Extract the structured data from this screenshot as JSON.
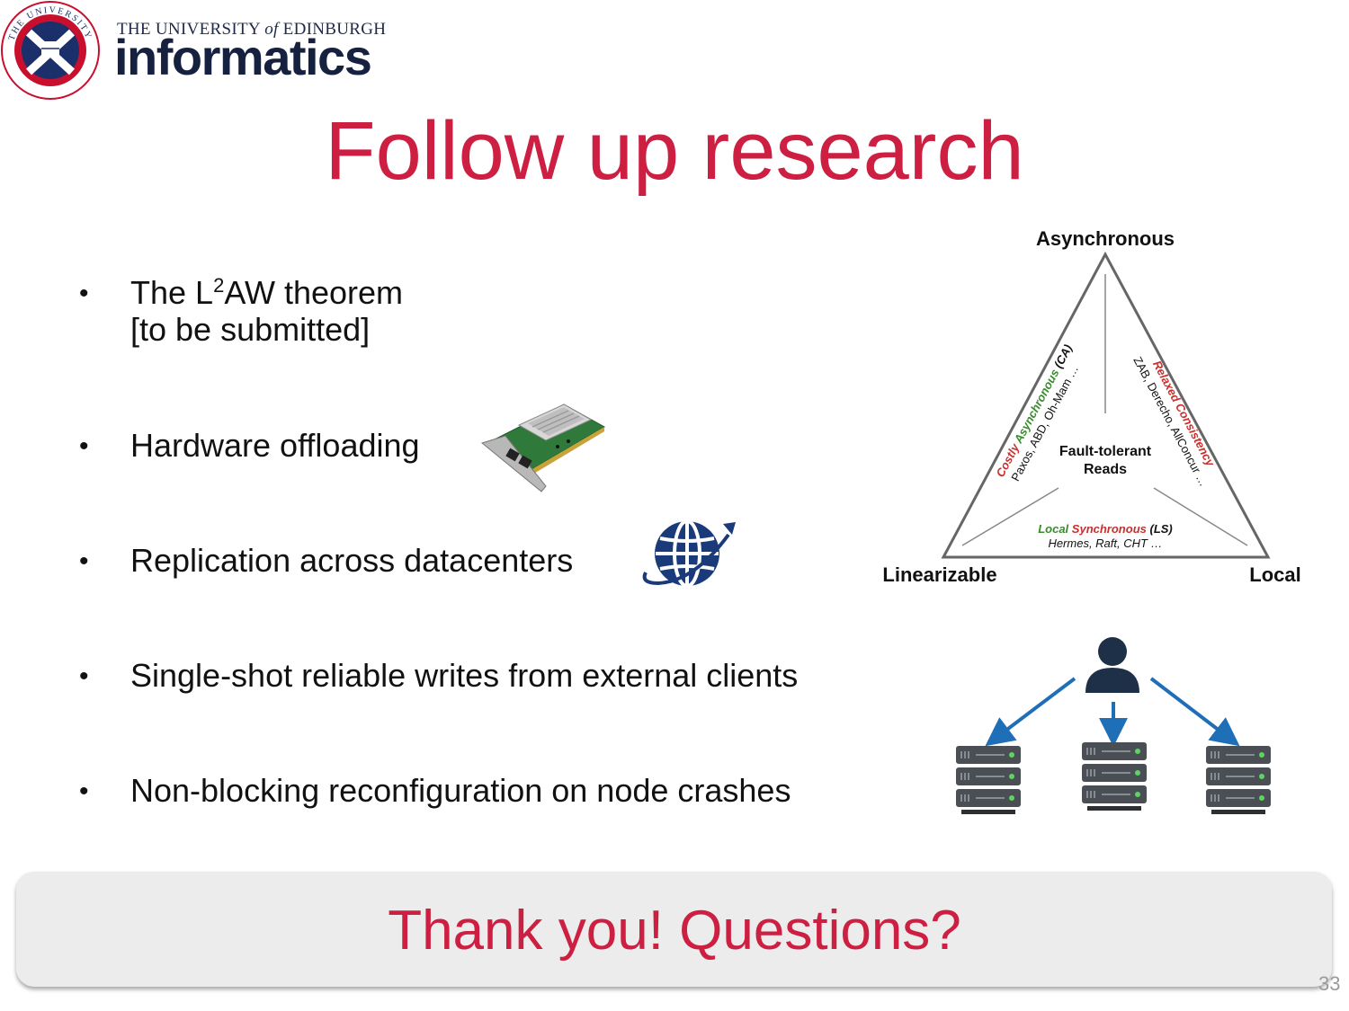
{
  "header": {
    "university_prefix": "THE UNIVERSITY ",
    "university_of": "of",
    "university_suffix": " EDINBURGH",
    "department": "informatics"
  },
  "title": "Follow up research",
  "bullets": [
    {
      "marker": "•",
      "text_before": "The L",
      "superscript": "2",
      "text_after": "AW theorem",
      "line2": "[to be submitted]"
    },
    {
      "marker": "•",
      "text": "Hardware offloading"
    },
    {
      "marker": "•",
      "text": "Replication across datacenters"
    },
    {
      "marker": "•",
      "text": "Single-shot reliable writes from external clients"
    },
    {
      "marker": "•",
      "text": "Non-blocking reconfiguration on node crashes"
    }
  ],
  "triangle": {
    "top_label": "Asynchronous",
    "left_label": "Linearizable",
    "right_label": "Local",
    "center_line1": "Fault-tolerant",
    "center_line2": "Reads",
    "left_side": {
      "costly": "Costly ",
      "async": "Asynchronous",
      "tag": " (CA)",
      "examples": "Paxos, ABD, Oh-Mam …"
    },
    "right_side": {
      "relaxed": "Relaxed Consistency",
      "examples": "ZAB, Derecho, AllConcur …"
    },
    "bottom_side": {
      "local": "Local ",
      "sync": "Synchronous",
      "tag": " (LS)",
      "examples": "Hermes, Raft, CHT …"
    }
  },
  "colors": {
    "accent_red": "#cc1f42",
    "green": "#3a8a2e",
    "arrow_blue": "#1f6fb8",
    "navy": "#1a3a7a",
    "server_dark": "#4a4f55"
  },
  "icons": {
    "network_card": "nic-card-icon",
    "globe": "globe-icon",
    "client": "user-icon",
    "servers": "server-rack-icon"
  },
  "closing": "Thank you! Questions?",
  "page_number": "33"
}
